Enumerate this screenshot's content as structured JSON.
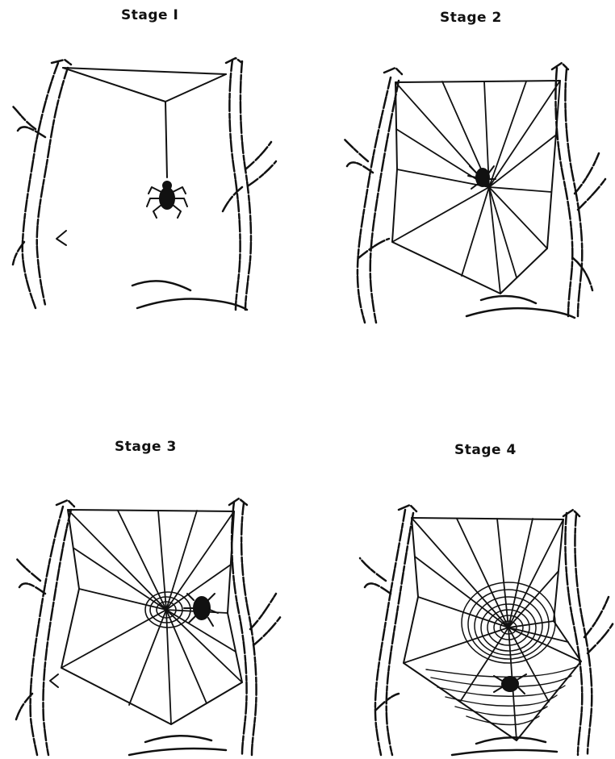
{
  "stages": [
    {
      "title": "Stage I"
    },
    {
      "title": "Stage 2"
    },
    {
      "title": "Stage 3"
    },
    {
      "title": "Stage 4"
    }
  ],
  "colors": {
    "ink": "#111111",
    "paper": "#ffffff"
  }
}
